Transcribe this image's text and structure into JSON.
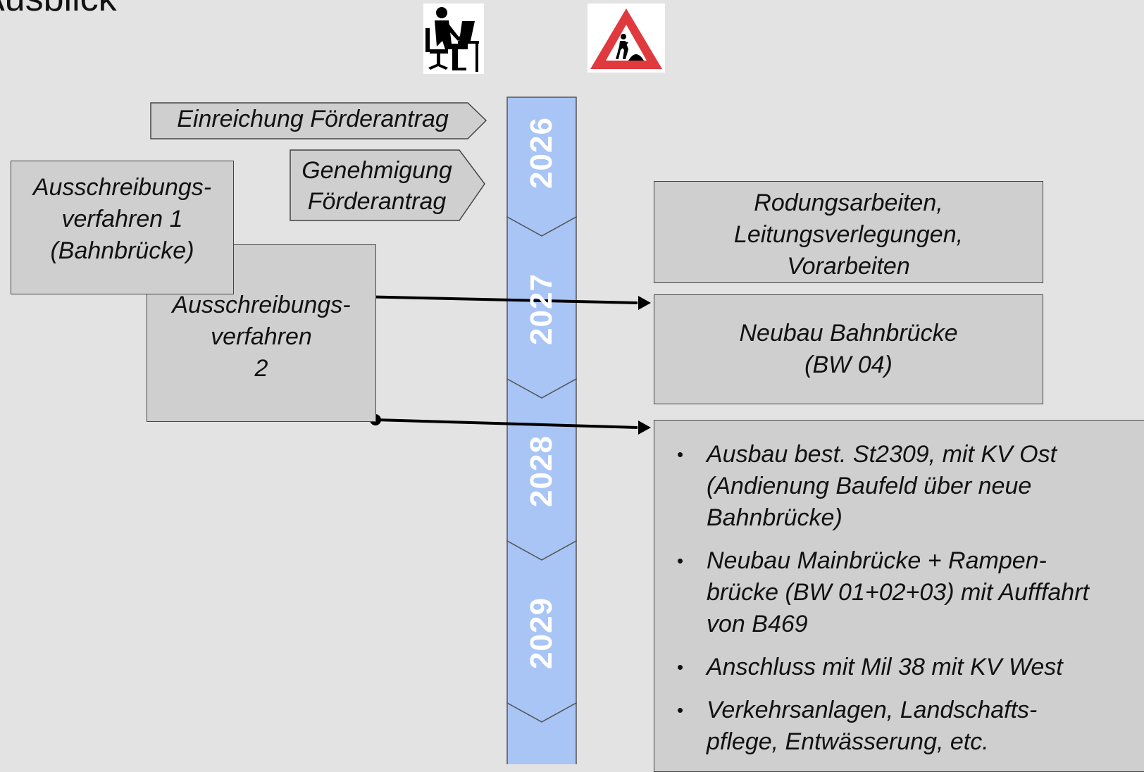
{
  "title": "Ausblick",
  "timeline": {
    "years": [
      "2026",
      "2027",
      "2028",
      "2029"
    ],
    "color": "#a8c5f5"
  },
  "icons": {
    "office_worker": "office-worker-icon",
    "construction_sign": "construction-warning-icon"
  },
  "flags": {
    "einreichung": "Einreichung Förderantrag",
    "genehmigung": [
      "Genehmigung",
      "Förderantrag"
    ]
  },
  "boxes": {
    "ausschreibung1": [
      "Ausschreibungs-",
      "verfahren 1",
      "(Bahnbrücke)"
    ],
    "ausschreibung2": [
      "Ausschreibungs-",
      "verfahren",
      "2"
    ],
    "rodung": [
      "Rodungsarbeiten,",
      "Leitungsverlegungen,",
      "Vorarbeiten"
    ],
    "neubau_bahnbruecke": [
      "Neubau Bahnbrücke",
      "(BW 04)"
    ]
  },
  "list": [
    [
      "Ausbau best. St2309, mit KV Ost",
      "(Andienung Baufeld über neue",
      "Bahnbrücke)"
    ],
    [
      "Neubau Mainbrücke + Rampen-",
      "brücke (BW 01+02+03) mit Aufffahrt",
      "von B469"
    ],
    [
      "Anschluss mit Mil 38 mit KV West"
    ],
    [
      "Verkehrsanlagen, Landschafts-",
      "pflege, Entwässerung, etc."
    ]
  ]
}
